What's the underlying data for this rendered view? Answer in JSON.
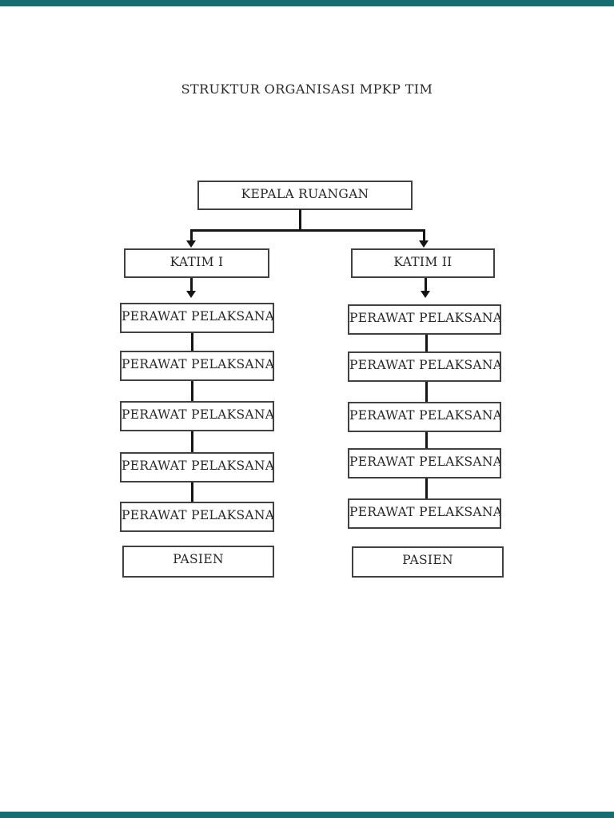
{
  "page": {
    "background_color": "#FFFFFF",
    "edge_bar_color": "#176D70"
  },
  "chart": {
    "type": "org-chart",
    "title": "STRUKTUR ORGANISASI MPKP TIM",
    "root": {
      "label": "KEPALA RUANGAN"
    },
    "teams": [
      {
        "label": "KATIM I",
        "members": [
          "PERAWAT PELAKSANA",
          "PERAWAT PELAKSANA",
          "PERAWAT PELAKSANA",
          "PERAWAT PELAKSANA",
          "PERAWAT PELAKSANA"
        ],
        "terminal": "PASIEN"
      },
      {
        "label": "KATIM II",
        "members": [
          "PERAWAT PELAKSANA",
          "PERAWAT PELAKSANA",
          "PERAWAT PELAKSANA",
          "PERAWAT PELAKSANA",
          "PERAWAT PELAKSANA"
        ],
        "terminal": "PASIEN"
      }
    ],
    "styles": {
      "box_border_color": "#414141",
      "connector_color": "#151515",
      "text_color": "#262626"
    }
  }
}
